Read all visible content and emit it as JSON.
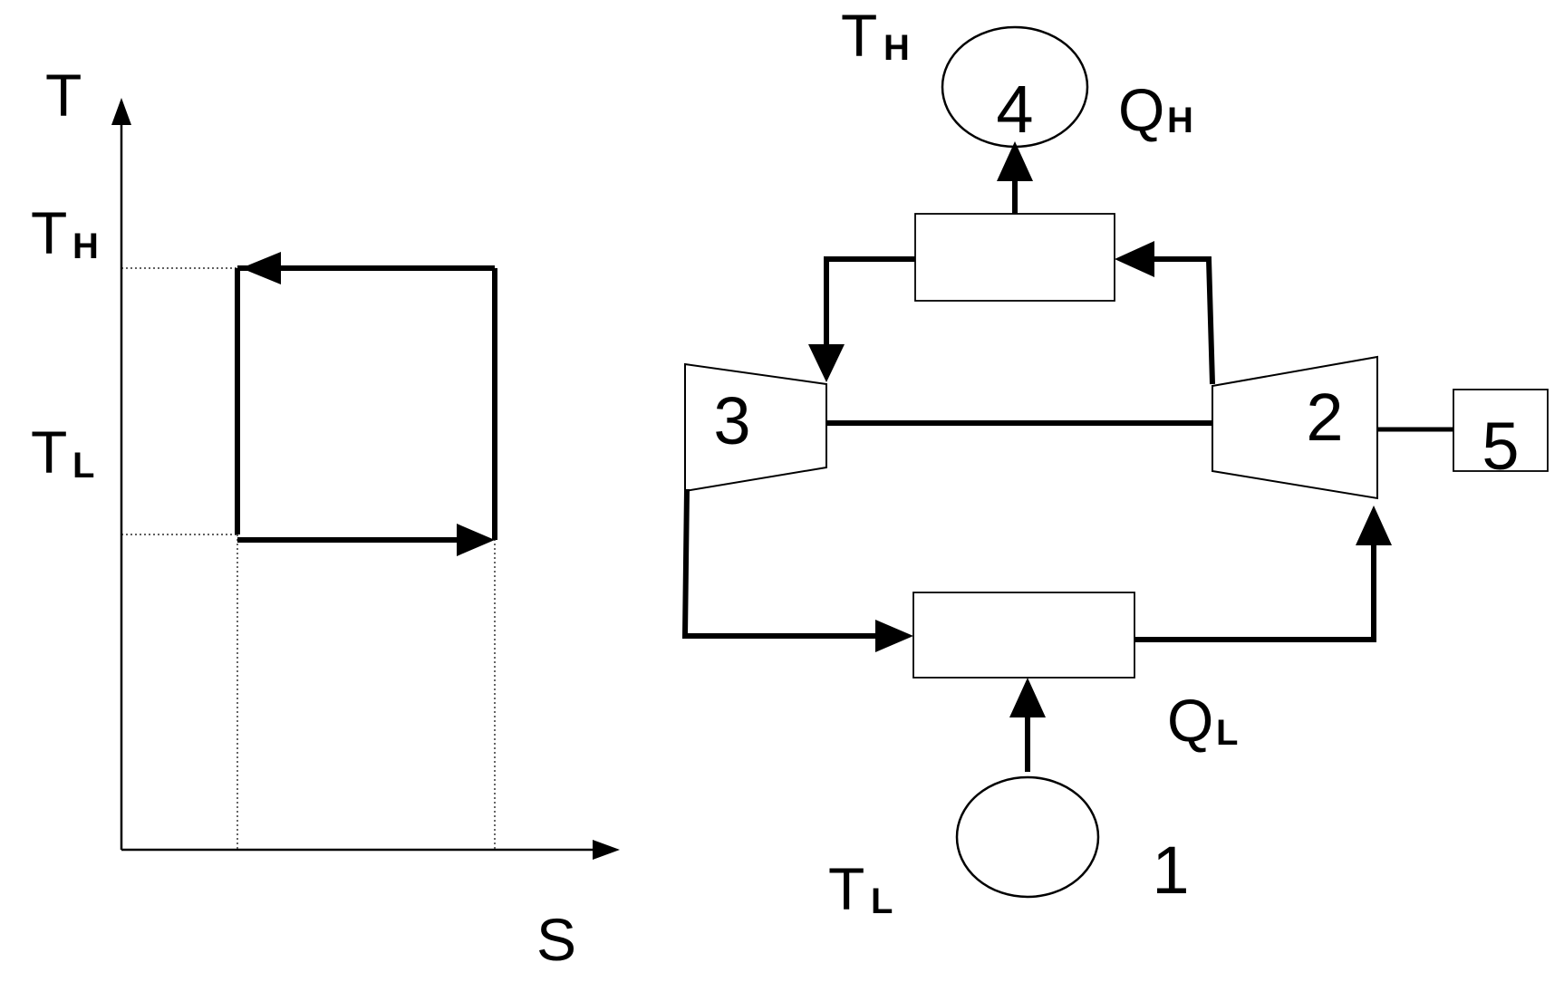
{
  "ts_diagram": {
    "y_axis_label": "T",
    "x_axis_label": "S",
    "th_label": {
      "main": "T",
      "sub": "H"
    },
    "tl_label": {
      "main": "T",
      "sub": "L"
    }
  },
  "schematic": {
    "hot_reservoir": {
      "number": "4",
      "temp": {
        "main": "T",
        "sub": "H"
      },
      "heat": {
        "main": "Q",
        "sub": "H"
      }
    },
    "cold_reservoir": {
      "number": "1",
      "temp": {
        "main": "T",
        "sub": "L"
      },
      "heat": {
        "main": "Q",
        "sub": "L"
      }
    },
    "expander": {
      "number": "3"
    },
    "compressor": {
      "number": "2"
    },
    "motor": {
      "number": "5"
    }
  }
}
